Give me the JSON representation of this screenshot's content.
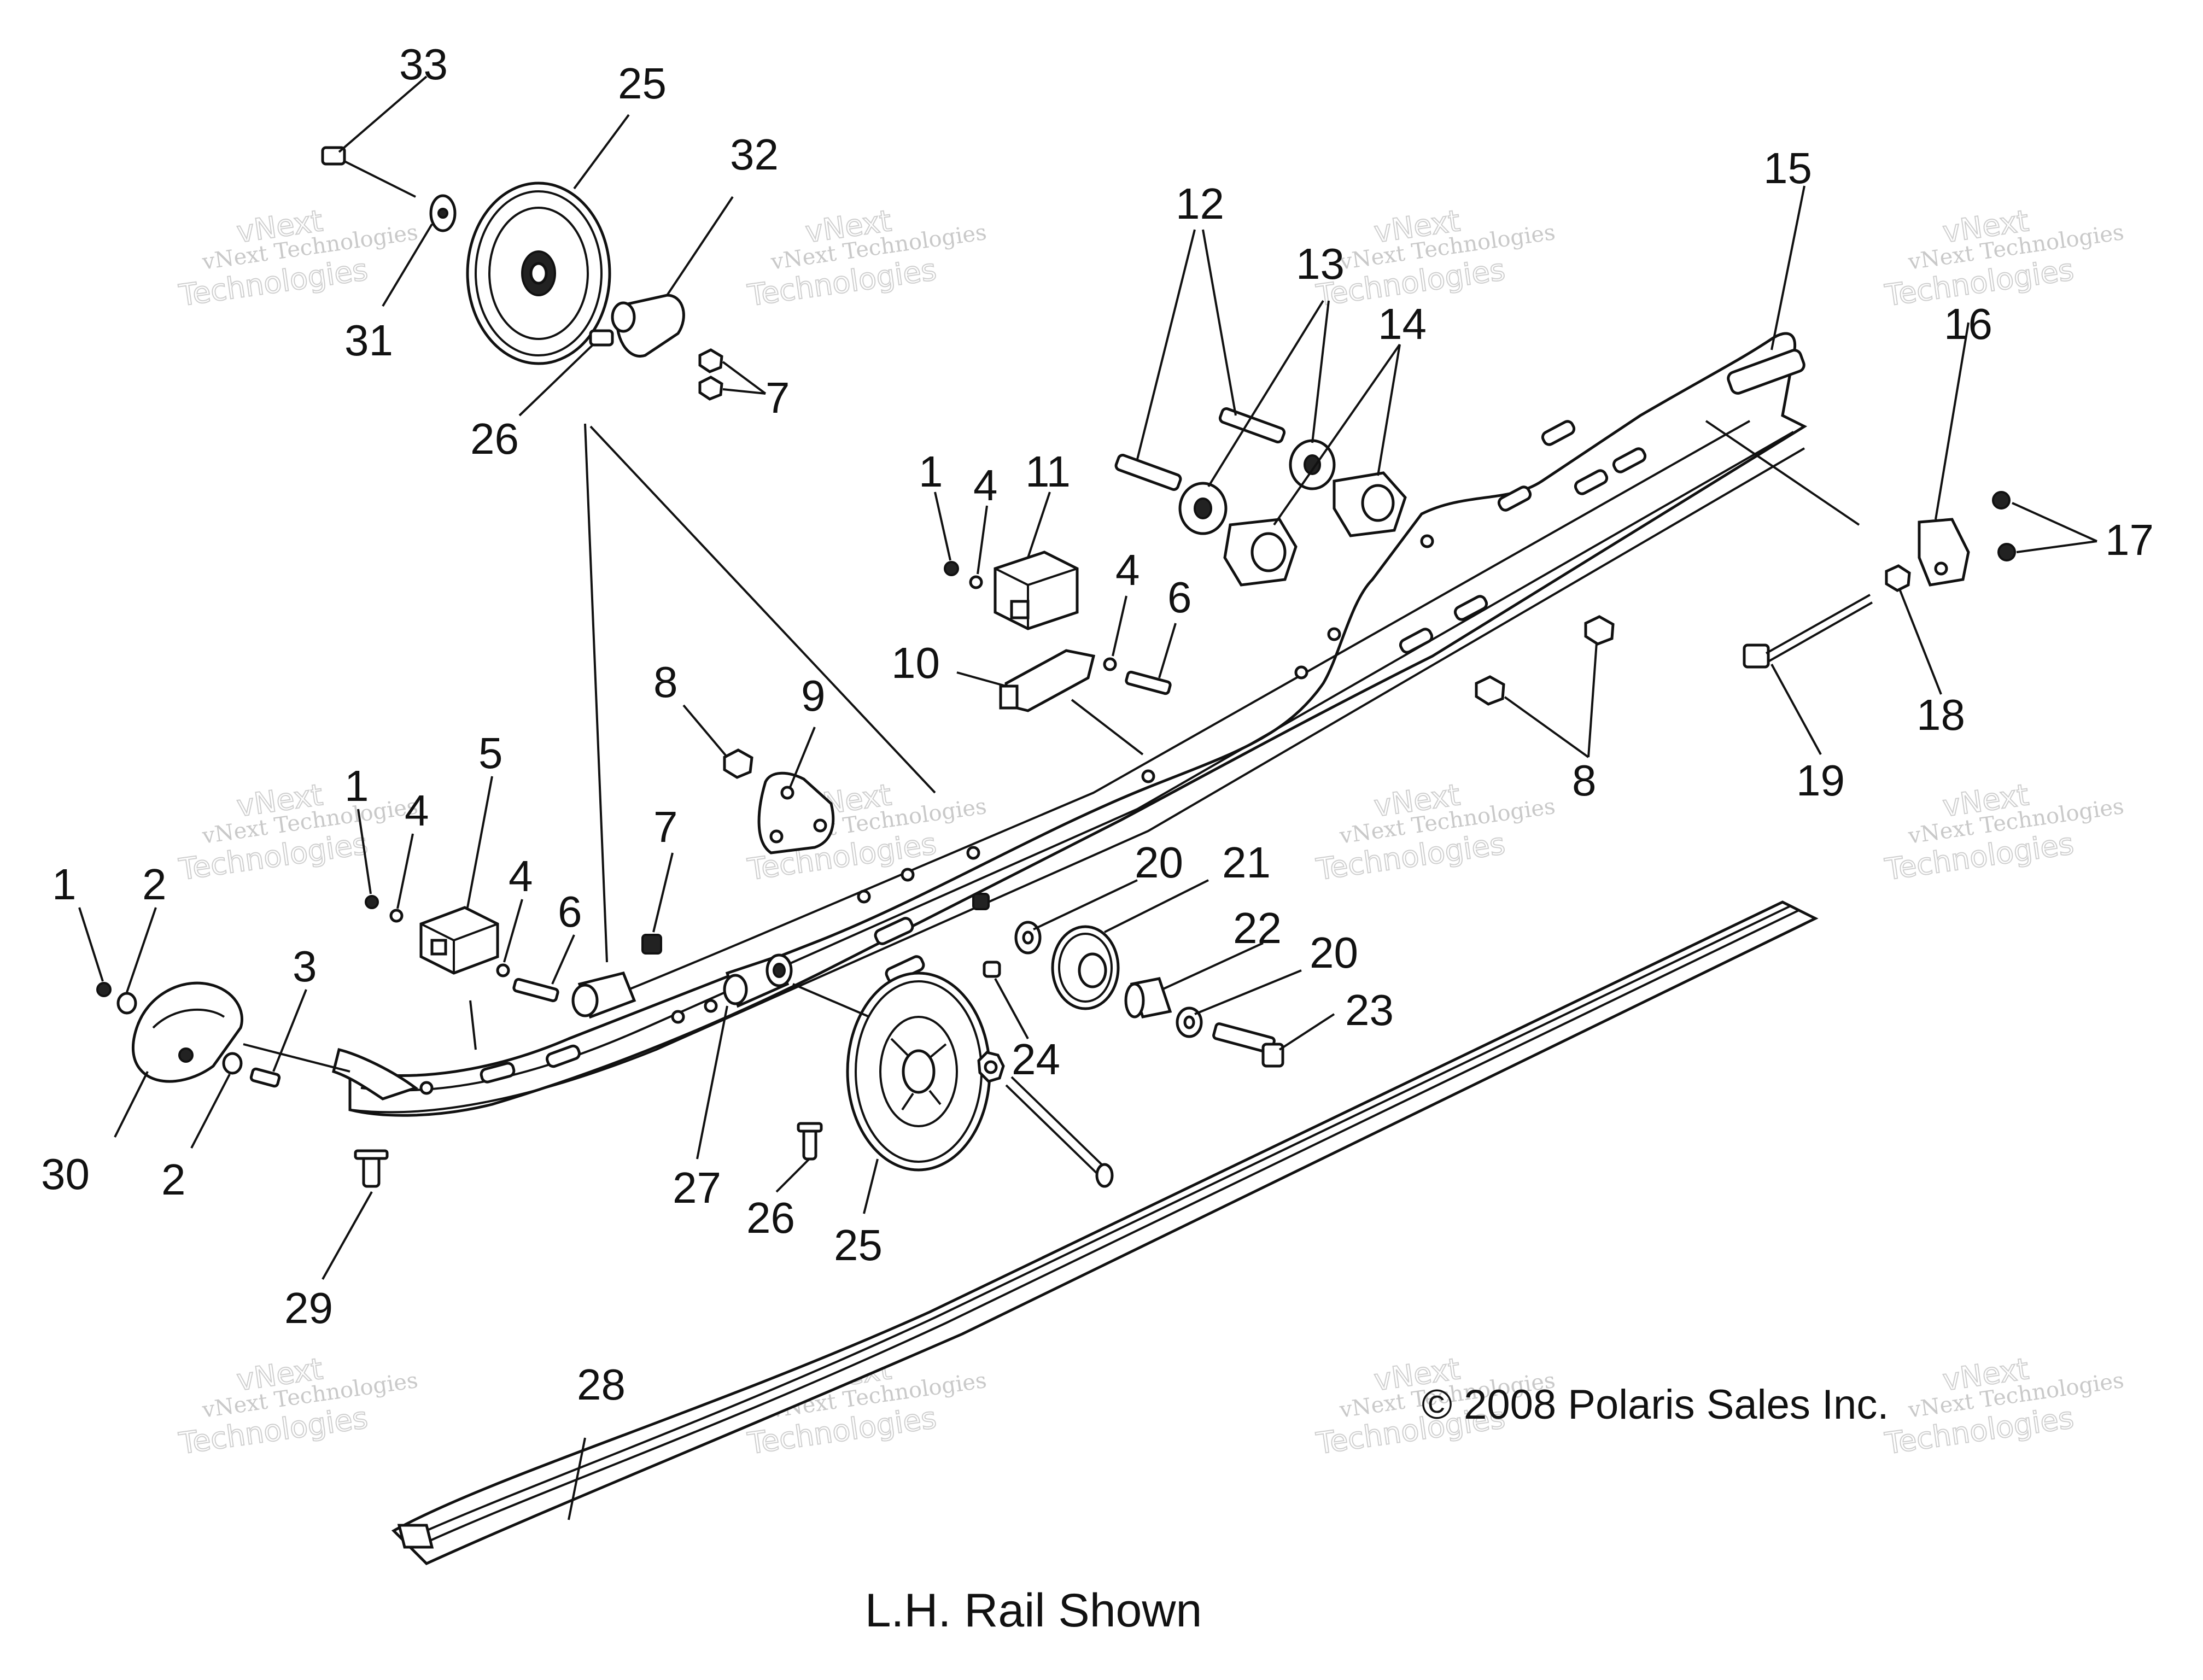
{
  "caption": "L.H. Rail Shown",
  "copyright": "© 2008 Polaris Sales Inc.",
  "watermark": {
    "line1": "vNext Technologies",
    "line2": "vNext",
    "line3": "Technologies"
  },
  "callouts": {
    "c33": "33",
    "c25a": "25",
    "c32": "32",
    "c31": "31",
    "c26a": "26",
    "c7a": "7",
    "c12": "12",
    "c13": "13",
    "c14": "14",
    "c15": "15",
    "c16": "16",
    "c17": "17",
    "c1a": "1",
    "c4a": "4",
    "c11": "11",
    "c4b": "4",
    "c6a": "6",
    "c10": "10",
    "c18": "18",
    "c19": "19",
    "c8a": "8",
    "c8b": "8",
    "c9": "9",
    "c7b": "7",
    "c1b": "1",
    "c4c": "4",
    "c5": "5",
    "c4d": "4",
    "c6b": "6",
    "c1c": "1",
    "c2a": "2",
    "c3": "3",
    "c20a": "20",
    "c21": "21",
    "c22": "22",
    "c20b": "20",
    "c23": "23",
    "c24": "24",
    "c30": "30",
    "c2b": "2",
    "c27": "27",
    "c26b": "26",
    "c25b": "25",
    "c29": "29",
    "c28": "28"
  }
}
